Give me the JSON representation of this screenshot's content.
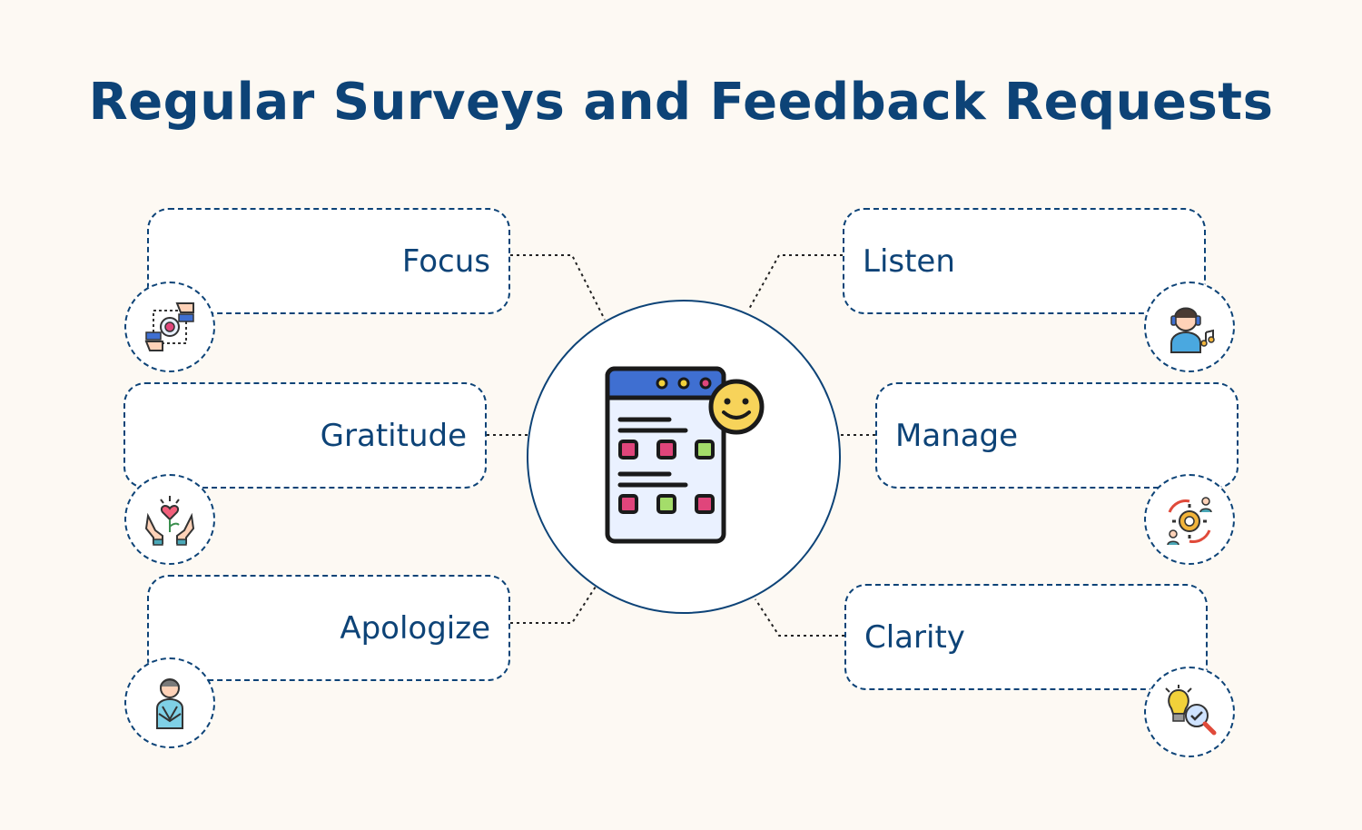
{
  "title": "Regular Surveys and Feedback Requests",
  "colors": {
    "accent": "#0d4377",
    "background": "#fdf9f3"
  },
  "items": [
    {
      "label": "Focus",
      "icon": "focus-target-icon"
    },
    {
      "label": "Gratitude",
      "icon": "gratitude-hands-icon"
    },
    {
      "label": "Apologize",
      "icon": "apologize-person-icon"
    },
    {
      "label": "Listen",
      "icon": "listen-headset-icon"
    },
    {
      "label": "Manage",
      "icon": "manage-gear-icon"
    },
    {
      "label": "Clarity",
      "icon": "clarity-bulb-icon"
    }
  ],
  "center": {
    "icon": "survey-form-icon"
  }
}
